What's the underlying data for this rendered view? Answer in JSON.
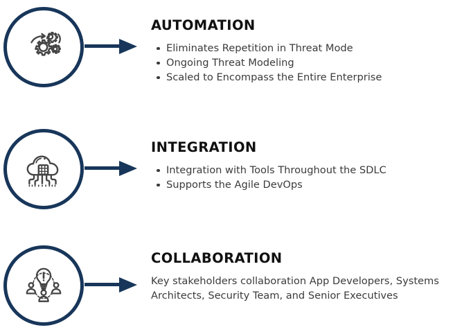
{
  "theme": {
    "circle_stroke": "#18365a",
    "arrow_color": "#18365a",
    "heading_color": "#111111",
    "body_color": "#3b3b3b",
    "background": "#ffffff",
    "icon_stroke": "#444444"
  },
  "sections": [
    {
      "id": "automation",
      "heading": "AUTOMATION",
      "icon_name": "gears-automation-icon",
      "body_type": "bullets",
      "bullets": [
        "Eliminates Repetition in Threat Mode",
        "Ongoing Threat Modeling",
        "Scaled to Encompass the Entire Enterprise"
      ]
    },
    {
      "id": "integration",
      "heading": "INTEGRATION",
      "icon_name": "cloud-chip-integration-icon",
      "body_type": "bullets",
      "bullets": [
        "Integration with Tools Throughout the SDLC",
        "Supports the Agile DevOps"
      ]
    },
    {
      "id": "collaboration",
      "heading": "COLLABORATION",
      "icon_name": "lightbulb-people-collaboration-icon",
      "body_type": "paragraph",
      "paragraph": "Key stakeholders collaboration App Developers, Systems Architects, Security Team, and Senior Executives"
    }
  ]
}
